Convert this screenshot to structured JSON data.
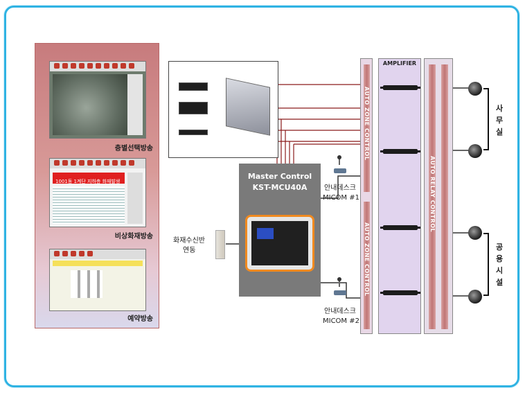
{
  "left_panel": {
    "labels": [
      "층별선택방송",
      "비상화재방송",
      "예약방송"
    ],
    "shot2_banner": "1001동 1계단 지하층 화재발생"
  },
  "master_control": {
    "line1": "Master Control",
    "line2": "KST-MCU40A"
  },
  "fire_panel": {
    "line1": "화재수신반",
    "line2": "연동"
  },
  "micom": [
    {
      "line1": "안내데스크",
      "line2": "MICOM #1"
    },
    {
      "line1": "안내데스크",
      "line2": "MICOM #2"
    }
  ],
  "boards": {
    "amplifier_label": "AMPLIFIER",
    "azc_label": "AUTO ZONE CONTROL",
    "relay_label": "AUTO RELAY CONTROL"
  },
  "zones": [
    {
      "chars": [
        "사",
        "무",
        "실"
      ]
    },
    {
      "chars": [
        "공",
        "용",
        "시",
        "설"
      ]
    }
  ],
  "colors": {
    "frame": "#2fb3e3",
    "line_red": "#8a1a1a",
    "line_dark": "#333333",
    "unit_border": "#f08a20"
  }
}
